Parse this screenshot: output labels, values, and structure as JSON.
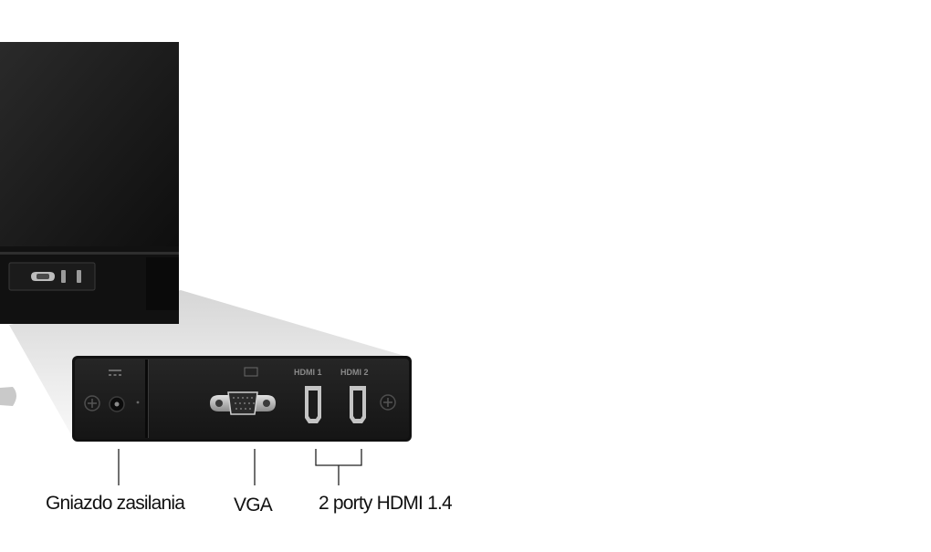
{
  "labels": {
    "power": "Gniazdo zasilania",
    "vga": "VGA",
    "hdmi": "2 porty HDMI 1.4"
  },
  "panel": {
    "hdmi1": "HDMI 1",
    "hdmi2": "HDMI 2"
  },
  "icons": [
    "power-dc-icon",
    "vga-port-icon",
    "hdmi-port-icon",
    "screw-icon",
    "display-icon"
  ],
  "colors": {
    "background": "#ffffff",
    "device_body": "#141414",
    "panel_face": "#1c1c1c",
    "port_metal": "#b9b9b9",
    "label_text": "#111111"
  }
}
